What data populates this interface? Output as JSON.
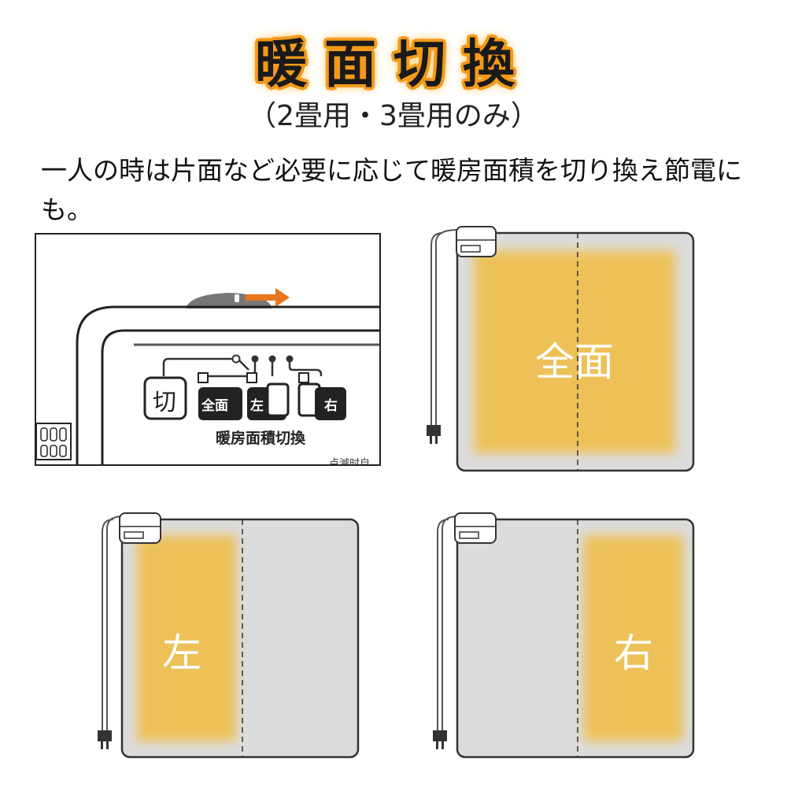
{
  "title": "暖面切換",
  "subtitle": "（2畳用・3畳用のみ）",
  "description": "一人の時は片面など必要に応じて暖房面積を切り換え節電にも。",
  "controller": {
    "off_label": "切",
    "full_label": "全面",
    "left_label": "左",
    "right_label": "右",
    "panel_caption": "暖房面積切換",
    "cut_text": "点滅时自"
  },
  "panels": {
    "full": "全面",
    "left": "左",
    "right": "右"
  },
  "colors": {
    "heat": "#edc158",
    "mat": "#dcdcdc",
    "accent": "#f39a1a",
    "arrow": "#e8761c"
  }
}
